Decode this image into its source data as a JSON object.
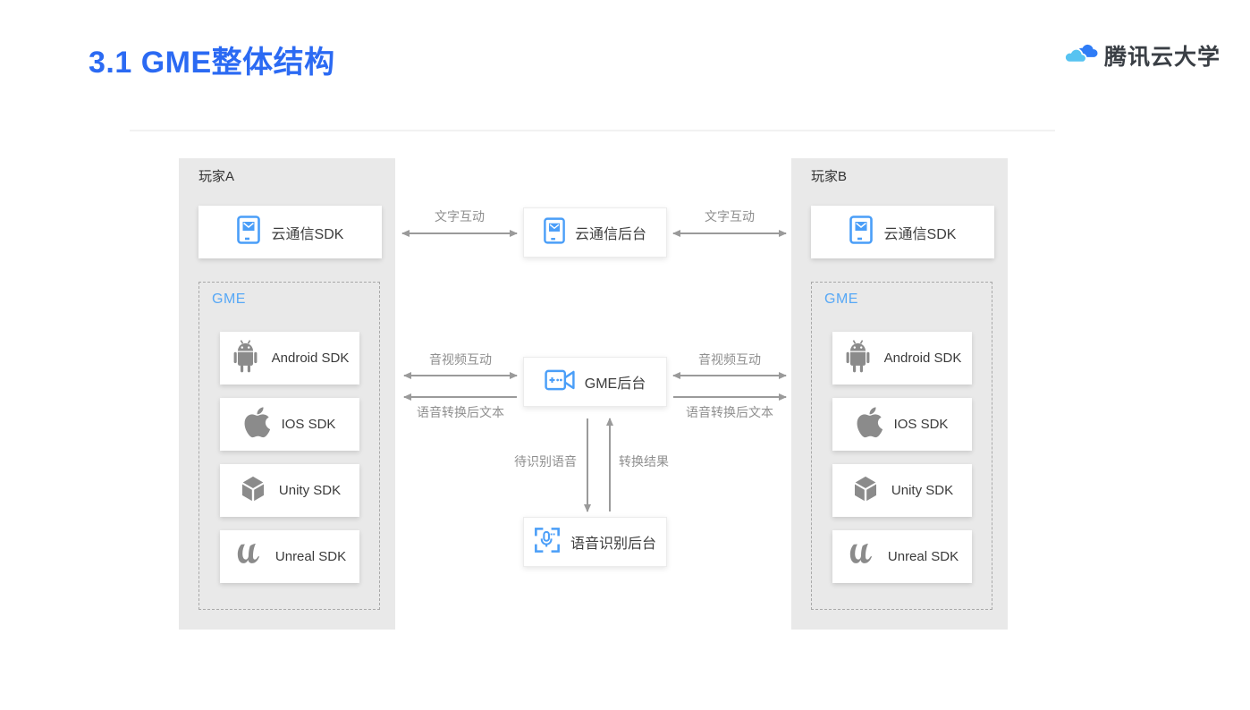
{
  "header": {
    "title": "3.1 GME整体结构",
    "logo": {
      "text": "腾讯云大学",
      "icon": "tencent-cloud-logo-icon"
    }
  },
  "colors": {
    "title_blue": "#2b6af3",
    "icon_blue": "#4a9ef8",
    "gme_label_blue": "#57a8f6",
    "panel_gray": "#e9e9e9",
    "arrow_gray": "#9a9a9a"
  },
  "diagram": {
    "player_a": {
      "title": "玩家A",
      "comm_sdk": {
        "label": "云通信SDK",
        "icon": "phone-message-icon"
      },
      "gme_group": {
        "label": "GME",
        "items": [
          {
            "label": "Android SDK",
            "icon": "android-icon"
          },
          {
            "label": "IOS SDK",
            "icon": "apple-icon"
          },
          {
            "label": "Unity SDK",
            "icon": "unity-icon"
          },
          {
            "label": "Unreal SDK",
            "icon": "unreal-icon"
          }
        ]
      }
    },
    "player_b": {
      "title": "玩家B",
      "comm_sdk": {
        "label": "云通信SDK",
        "icon": "phone-message-icon"
      },
      "gme_group": {
        "label": "GME",
        "items": [
          {
            "label": "Android SDK",
            "icon": "android-icon"
          },
          {
            "label": "IOS SDK",
            "icon": "apple-icon"
          },
          {
            "label": "Unity SDK",
            "icon": "unity-icon"
          },
          {
            "label": "Unreal SDK",
            "icon": "unreal-icon"
          }
        ]
      }
    },
    "center": {
      "comm_backend": {
        "label": "云通信后台",
        "icon": "phone-message-icon"
      },
      "gme_backend": {
        "label": "GME后台",
        "icon": "video-camera-icon"
      },
      "asr_backend": {
        "label": "语音识别后台",
        "icon": "mic-scan-icon"
      }
    },
    "arrows": {
      "text_interaction_left": "文字互动",
      "text_interaction_right": "文字互动",
      "av_interaction_left": "音视频互动",
      "av_interaction_right": "音视频互动",
      "stt_text_left": "语音转换后文本",
      "stt_text_right": "语音转换后文本",
      "speech_to_recognize": "待识别语音",
      "conversion_result": "转换结果"
    }
  }
}
